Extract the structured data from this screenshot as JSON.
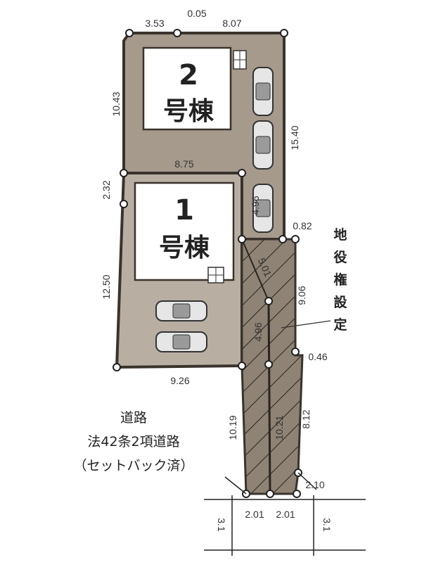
{
  "buildings": [
    {
      "number": "2",
      "label": "号棟"
    },
    {
      "number": "1",
      "label": "号棟"
    }
  ],
  "dimensions": {
    "top_a": "3.53",
    "top_b": "0.05",
    "top_c": "8.07",
    "lot2_left": "10.43",
    "lot2_right": "15.40",
    "lot_divider": "8.75",
    "lot1_left_upper": "2.32",
    "lot1_left_lower": "12.50",
    "lot1_bottom": "9.26",
    "easement_top_right": "0.82",
    "driveway_segment_a": "4.96",
    "easement_diagonal": "5.01",
    "easement_right": "9.06",
    "driveway_segment_b": "4.96",
    "easement_step": "0.46",
    "left_access_length": "10.19",
    "center_access_length": "10.21",
    "right_access_length": "8.12",
    "access_right_step": "2.10",
    "frontage_left": "2.01",
    "frontage_right": "2.01",
    "road_width_left": "3.1",
    "road_width_right": "3.1"
  },
  "easement_label": [
    "地",
    "役",
    "権",
    "設",
    "定"
  ],
  "road_label": {
    "line1": "道路",
    "line2": "法42条2項道路",
    "line3": "（セットバック済）"
  },
  "colors": {
    "lot_fill": "#a59a8c",
    "lot1_fill": "#b8aea2",
    "outline": "#3a332c",
    "building_fill": "#ffffff",
    "hatch_fill": "#8e8374"
  }
}
